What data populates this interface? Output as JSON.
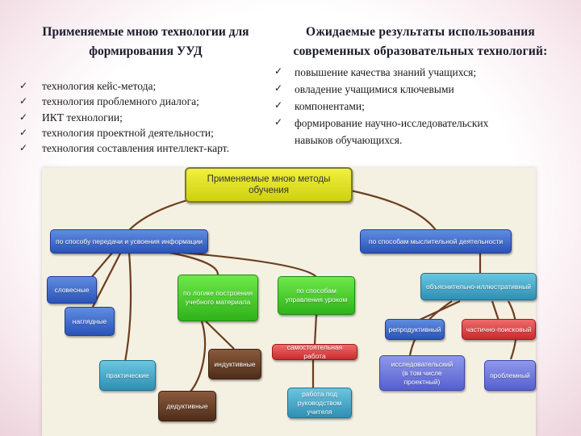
{
  "left_column": {
    "title_line1": "Применяемые мною технологии для",
    "title_line2": "формирования УУД",
    "items": [
      "технология кейс-метода;",
      "технология проблемного диалога;",
      "ИКТ технологии;",
      "технология проектной деятельности;",
      "технология составления интеллект-карт."
    ]
  },
  "right_column": {
    "title_line1": "Ожидаемые результаты использования",
    "title_line2": "современных образовательных технологий:",
    "lines": [
      "повышение качества знаний учащихся;",
      " овладение учащимися ключевыми",
      "компонентами;",
      " формирование научно-исследовательских",
      "навыков обучающихся."
    ]
  },
  "check_glyph": "✓",
  "diagram": {
    "root_line1": "Применяемые мною методы",
    "root_line2": "обучения",
    "by_transfer": "по способу передачи и усвоения информации",
    "by_thinking": "по способам мыслительной деятельности",
    "verbal": "словесные",
    "visual": "наглядные",
    "practical": "практические",
    "by_logic_line1": "по логике построения",
    "by_logic_line2": "учебного материала",
    "inductive": "индуктивные",
    "deductive": "дедуктивные",
    "by_management_line1": "по способам",
    "by_management_line2": "управления уроком",
    "dash": "-",
    "independent_work": "самостоятельная работа",
    "teacher_led_line1": "работа под",
    "teacher_led_line2": "руководством учителя",
    "explanatory": "объяснительно-иллюстративный",
    "reproductive": "репродуктивный",
    "partial_search": "частично-поисковый",
    "research_line1": "исследовательский",
    "research_line2": "(в том числе проектный)",
    "problem": "проблемный"
  },
  "colors": {
    "root": "#e3e31d",
    "category": "#2f5fc4",
    "subcategory": "#35c01f",
    "teal_method": "#3aa1c4",
    "brown_method": "#5a321d",
    "red_method": "#d53a3a",
    "purple_method": "#6b75dc",
    "connector": "#6b3d20"
  }
}
